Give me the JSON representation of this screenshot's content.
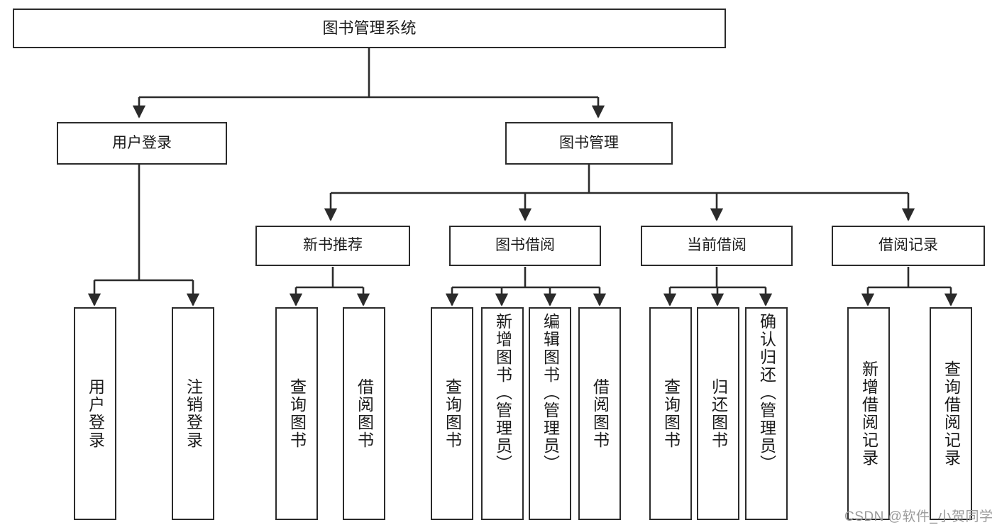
{
  "diagram": {
    "type": "tree-hierarchy",
    "title": "图书管理系统",
    "watermark": "CSDN @软件_小贺同学",
    "colors": {
      "stroke": "#2b2b2b",
      "fill": "#ffffff",
      "text": "#1a1a1a",
      "watermark": "#9a9a9a"
    },
    "nodes": {
      "root": {
        "label": "图书管理系统"
      },
      "level2": [
        {
          "id": "user-login",
          "label": "用户登录"
        },
        {
          "id": "book-manage",
          "label": "图书管理"
        }
      ],
      "level3": [
        {
          "id": "new-book-recommend",
          "label": "新书推荐"
        },
        {
          "id": "book-borrow",
          "label": "图书借阅"
        },
        {
          "id": "current-borrow",
          "label": "当前借阅"
        },
        {
          "id": "borrow-record",
          "label": "借阅记录"
        }
      ],
      "leaves": {
        "user-login": [
          {
            "id": "leaf-user-login",
            "label": "用户登录"
          },
          {
            "id": "leaf-user-logout",
            "label": "注销登录"
          }
        ],
        "new-book-recommend": [
          {
            "id": "leaf-query-book-1",
            "label": "查询图书"
          },
          {
            "id": "leaf-borrow-book-1",
            "label": "借阅图书"
          }
        ],
        "book-borrow": [
          {
            "id": "leaf-query-book-2",
            "label": "查询图书"
          },
          {
            "id": "leaf-add-book",
            "label": "新增图书（管理员）"
          },
          {
            "id": "leaf-edit-book",
            "label": "编辑图书（管理员）"
          },
          {
            "id": "leaf-borrow-book-2",
            "label": "借阅图书"
          }
        ],
        "current-borrow": [
          {
            "id": "leaf-query-book-3",
            "label": "查询图书"
          },
          {
            "id": "leaf-return-book",
            "label": "归还图书"
          },
          {
            "id": "leaf-confirm-return",
            "label": "确认归还（管理员）"
          }
        ],
        "borrow-record": [
          {
            "id": "leaf-add-record",
            "label": "新增借阅记录"
          },
          {
            "id": "leaf-query-record",
            "label": "查询借阅记录"
          }
        ]
      }
    }
  }
}
